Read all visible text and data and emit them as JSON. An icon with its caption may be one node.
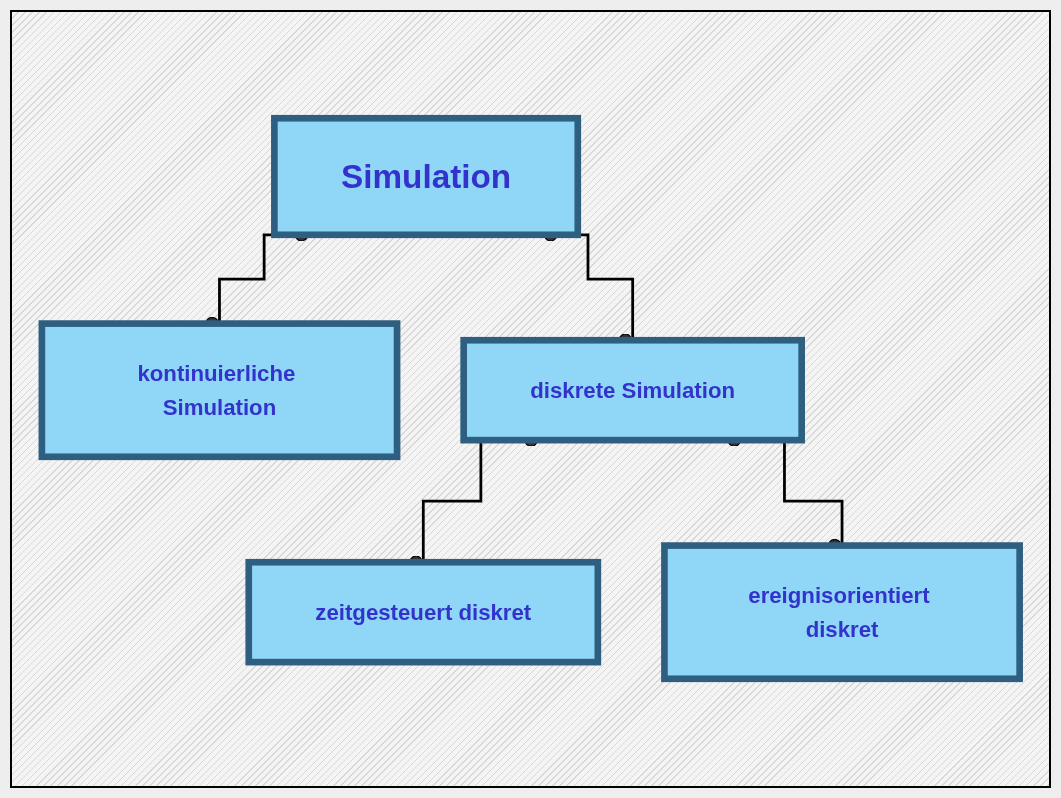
{
  "diagram": {
    "nodes": [
      {
        "text": [
          "Simulation"
        ]
      },
      {
        "text": [
          "kontinuierliche Simulation"
        ]
      },
      {
        "text": [
          "diskrete Simulation"
        ]
      },
      {
        "text": [
          "zeitgesteuert diskret"
        ]
      },
      {
        "text": [
          "ereignisorientiert diskret"
        ]
      }
    ],
    "edges": [
      {
        "from": 0,
        "to": 1,
        "arrow": "other"
      },
      {
        "from": 0,
        "to": 2,
        "arrow": "other"
      },
      {
        "from": 2,
        "to": 3,
        "arrow": "other"
      },
      {
        "from": 2,
        "to": 4,
        "arrow": "other"
      }
    ]
  }
}
